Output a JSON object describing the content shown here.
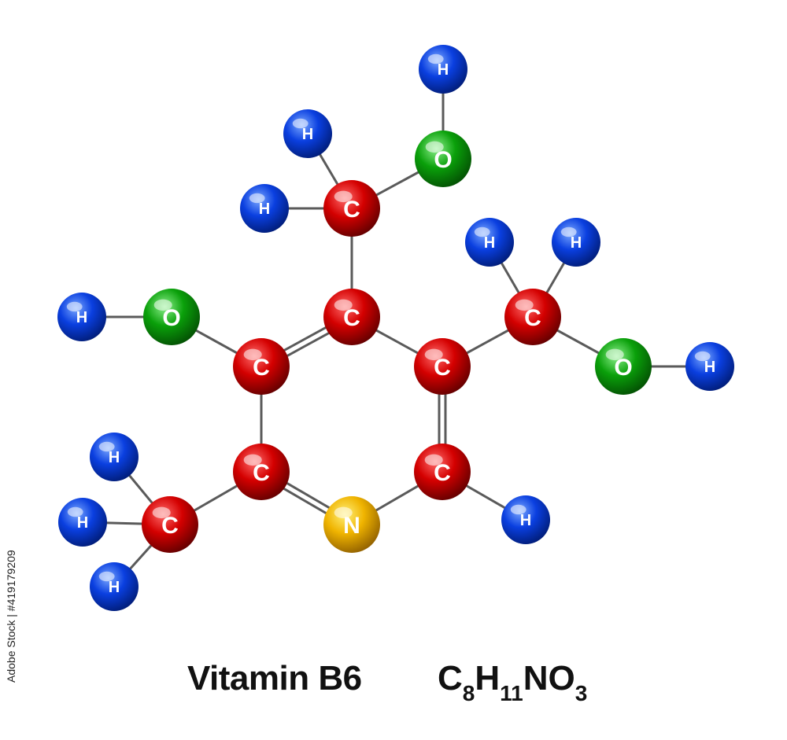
{
  "title": "Vitamin B6",
  "formula": {
    "parts": [
      {
        "symbol": "C",
        "count": "8"
      },
      {
        "symbol": "H",
        "count": "11"
      },
      {
        "symbol": "N",
        "count": ""
      },
      {
        "symbol": "O",
        "count": "3"
      }
    ]
  },
  "stock_id": "Adobe Stock | #419179209",
  "element_colors": {
    "C": {
      "light": "#ff6a6a",
      "mid": "#d40000",
      "dark": "#5a0000"
    },
    "H": {
      "light": "#7aa8ff",
      "mid": "#0a3fe0",
      "dark": "#001a70"
    },
    "O": {
      "light": "#8cf08c",
      "mid": "#0aa00a",
      "dark": "#034a03"
    },
    "N": {
      "light": "#fff07a",
      "mid": "#f0b400",
      "dark": "#8a5a00"
    }
  },
  "atoms": [
    {
      "id": "c_ring_top",
      "element": "C",
      "label": "C"
    },
    {
      "id": "c_ring_left",
      "element": "C",
      "label": "C"
    },
    {
      "id": "c_ring_right",
      "element": "C",
      "label": "C"
    },
    {
      "id": "c_ring_bottom_left",
      "element": "C",
      "label": "C"
    },
    {
      "id": "c_ring_bottom_right",
      "element": "C",
      "label": "C"
    },
    {
      "id": "n_ring",
      "element": "N",
      "label": "N"
    },
    {
      "id": "c_top_ch2",
      "element": "C",
      "label": "C"
    },
    {
      "id": "o_top",
      "element": "O",
      "label": "O"
    },
    {
      "id": "h_top_oh",
      "element": "H",
      "label": "H"
    },
    {
      "id": "h_top_a",
      "element": "H",
      "label": "H"
    },
    {
      "id": "h_top_b",
      "element": "H",
      "label": "H"
    },
    {
      "id": "o_left",
      "element": "O",
      "label": "O"
    },
    {
      "id": "h_left_oh",
      "element": "H",
      "label": "H"
    },
    {
      "id": "c_right_ch2",
      "element": "C",
      "label": "C"
    },
    {
      "id": "h_right_a",
      "element": "H",
      "label": "H"
    },
    {
      "id": "h_right_b",
      "element": "H",
      "label": "H"
    },
    {
      "id": "o_right",
      "element": "O",
      "label": "O"
    },
    {
      "id": "h_right_oh",
      "element": "H",
      "label": "H"
    },
    {
      "id": "h_ring",
      "element": "H",
      "label": "H"
    },
    {
      "id": "c_methyl",
      "element": "C",
      "label": "C"
    },
    {
      "id": "h_methyl_a",
      "element": "H",
      "label": "H"
    },
    {
      "id": "h_methyl_b",
      "element": "H",
      "label": "H"
    },
    {
      "id": "h_methyl_c",
      "element": "H",
      "label": "H"
    }
  ],
  "bonds": [
    {
      "a": "c_ring_top",
      "b": "c_ring_left",
      "order": 2
    },
    {
      "a": "c_ring_top",
      "b": "c_ring_right",
      "order": 1
    },
    {
      "a": "c_ring_left",
      "b": "c_ring_bottom_left",
      "order": 1
    },
    {
      "a": "c_ring_right",
      "b": "c_ring_bottom_right",
      "order": 2
    },
    {
      "a": "c_ring_bottom_left",
      "b": "n_ring",
      "order": 2
    },
    {
      "a": "c_ring_bottom_right",
      "b": "n_ring",
      "order": 1
    },
    {
      "a": "c_ring_top",
      "b": "c_top_ch2",
      "order": 1
    },
    {
      "a": "c_top_ch2",
      "b": "o_top",
      "order": 1
    },
    {
      "a": "o_top",
      "b": "h_top_oh",
      "order": 1
    },
    {
      "a": "c_top_ch2",
      "b": "h_top_a",
      "order": 1
    },
    {
      "a": "c_top_ch2",
      "b": "h_top_b",
      "order": 1
    },
    {
      "a": "c_ring_left",
      "b": "o_left",
      "order": 1
    },
    {
      "a": "o_left",
      "b": "h_left_oh",
      "order": 1
    },
    {
      "a": "c_ring_right",
      "b": "c_right_ch2",
      "order": 1
    },
    {
      "a": "c_right_ch2",
      "b": "h_right_a",
      "order": 1
    },
    {
      "a": "c_right_ch2",
      "b": "h_right_b",
      "order": 1
    },
    {
      "a": "c_right_ch2",
      "b": "o_right",
      "order": 1
    },
    {
      "a": "o_right",
      "b": "h_right_oh",
      "order": 1
    },
    {
      "a": "c_ring_bottom_right",
      "b": "h_ring",
      "order": 1
    },
    {
      "a": "c_ring_bottom_left",
      "b": "c_methyl",
      "order": 1
    },
    {
      "a": "c_methyl",
      "b": "h_methyl_a",
      "order": 1
    },
    {
      "a": "c_methyl",
      "b": "h_methyl_b",
      "order": 1
    },
    {
      "a": "c_methyl",
      "b": "h_methyl_c",
      "order": 1
    }
  ]
}
